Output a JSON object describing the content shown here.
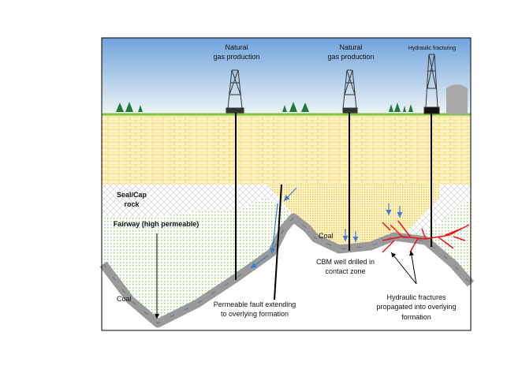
{
  "labels": {
    "rig1": [
      "Natural",
      "gas production"
    ],
    "rig2": [
      "Natural",
      "gas production"
    ],
    "rig3": "Hydraulic fracturing",
    "seal": [
      "Seal/Cap",
      "rock"
    ],
    "fairway": "Fairway (high permeable)",
    "coal_left": "Coal",
    "coal_mid": "Coal",
    "fault": [
      "Permeable fault extending",
      "to overlying formation"
    ],
    "cbm": [
      "CBM well drilled in",
      "contact zone"
    ],
    "fractures": [
      "Hydraulic fractures",
      "propagated into overlying",
      "formation"
    ]
  },
  "colors": {
    "sky_top": "#6fa3dc",
    "ground": "#7cc242",
    "brick": "#fdf0b4",
    "contact_zone": "#f5d673",
    "fairway": "#d9ecc8",
    "coal": "#9a9a9a",
    "fracture": "#e8141b",
    "flow_arrow": "#3d7bd6"
  }
}
